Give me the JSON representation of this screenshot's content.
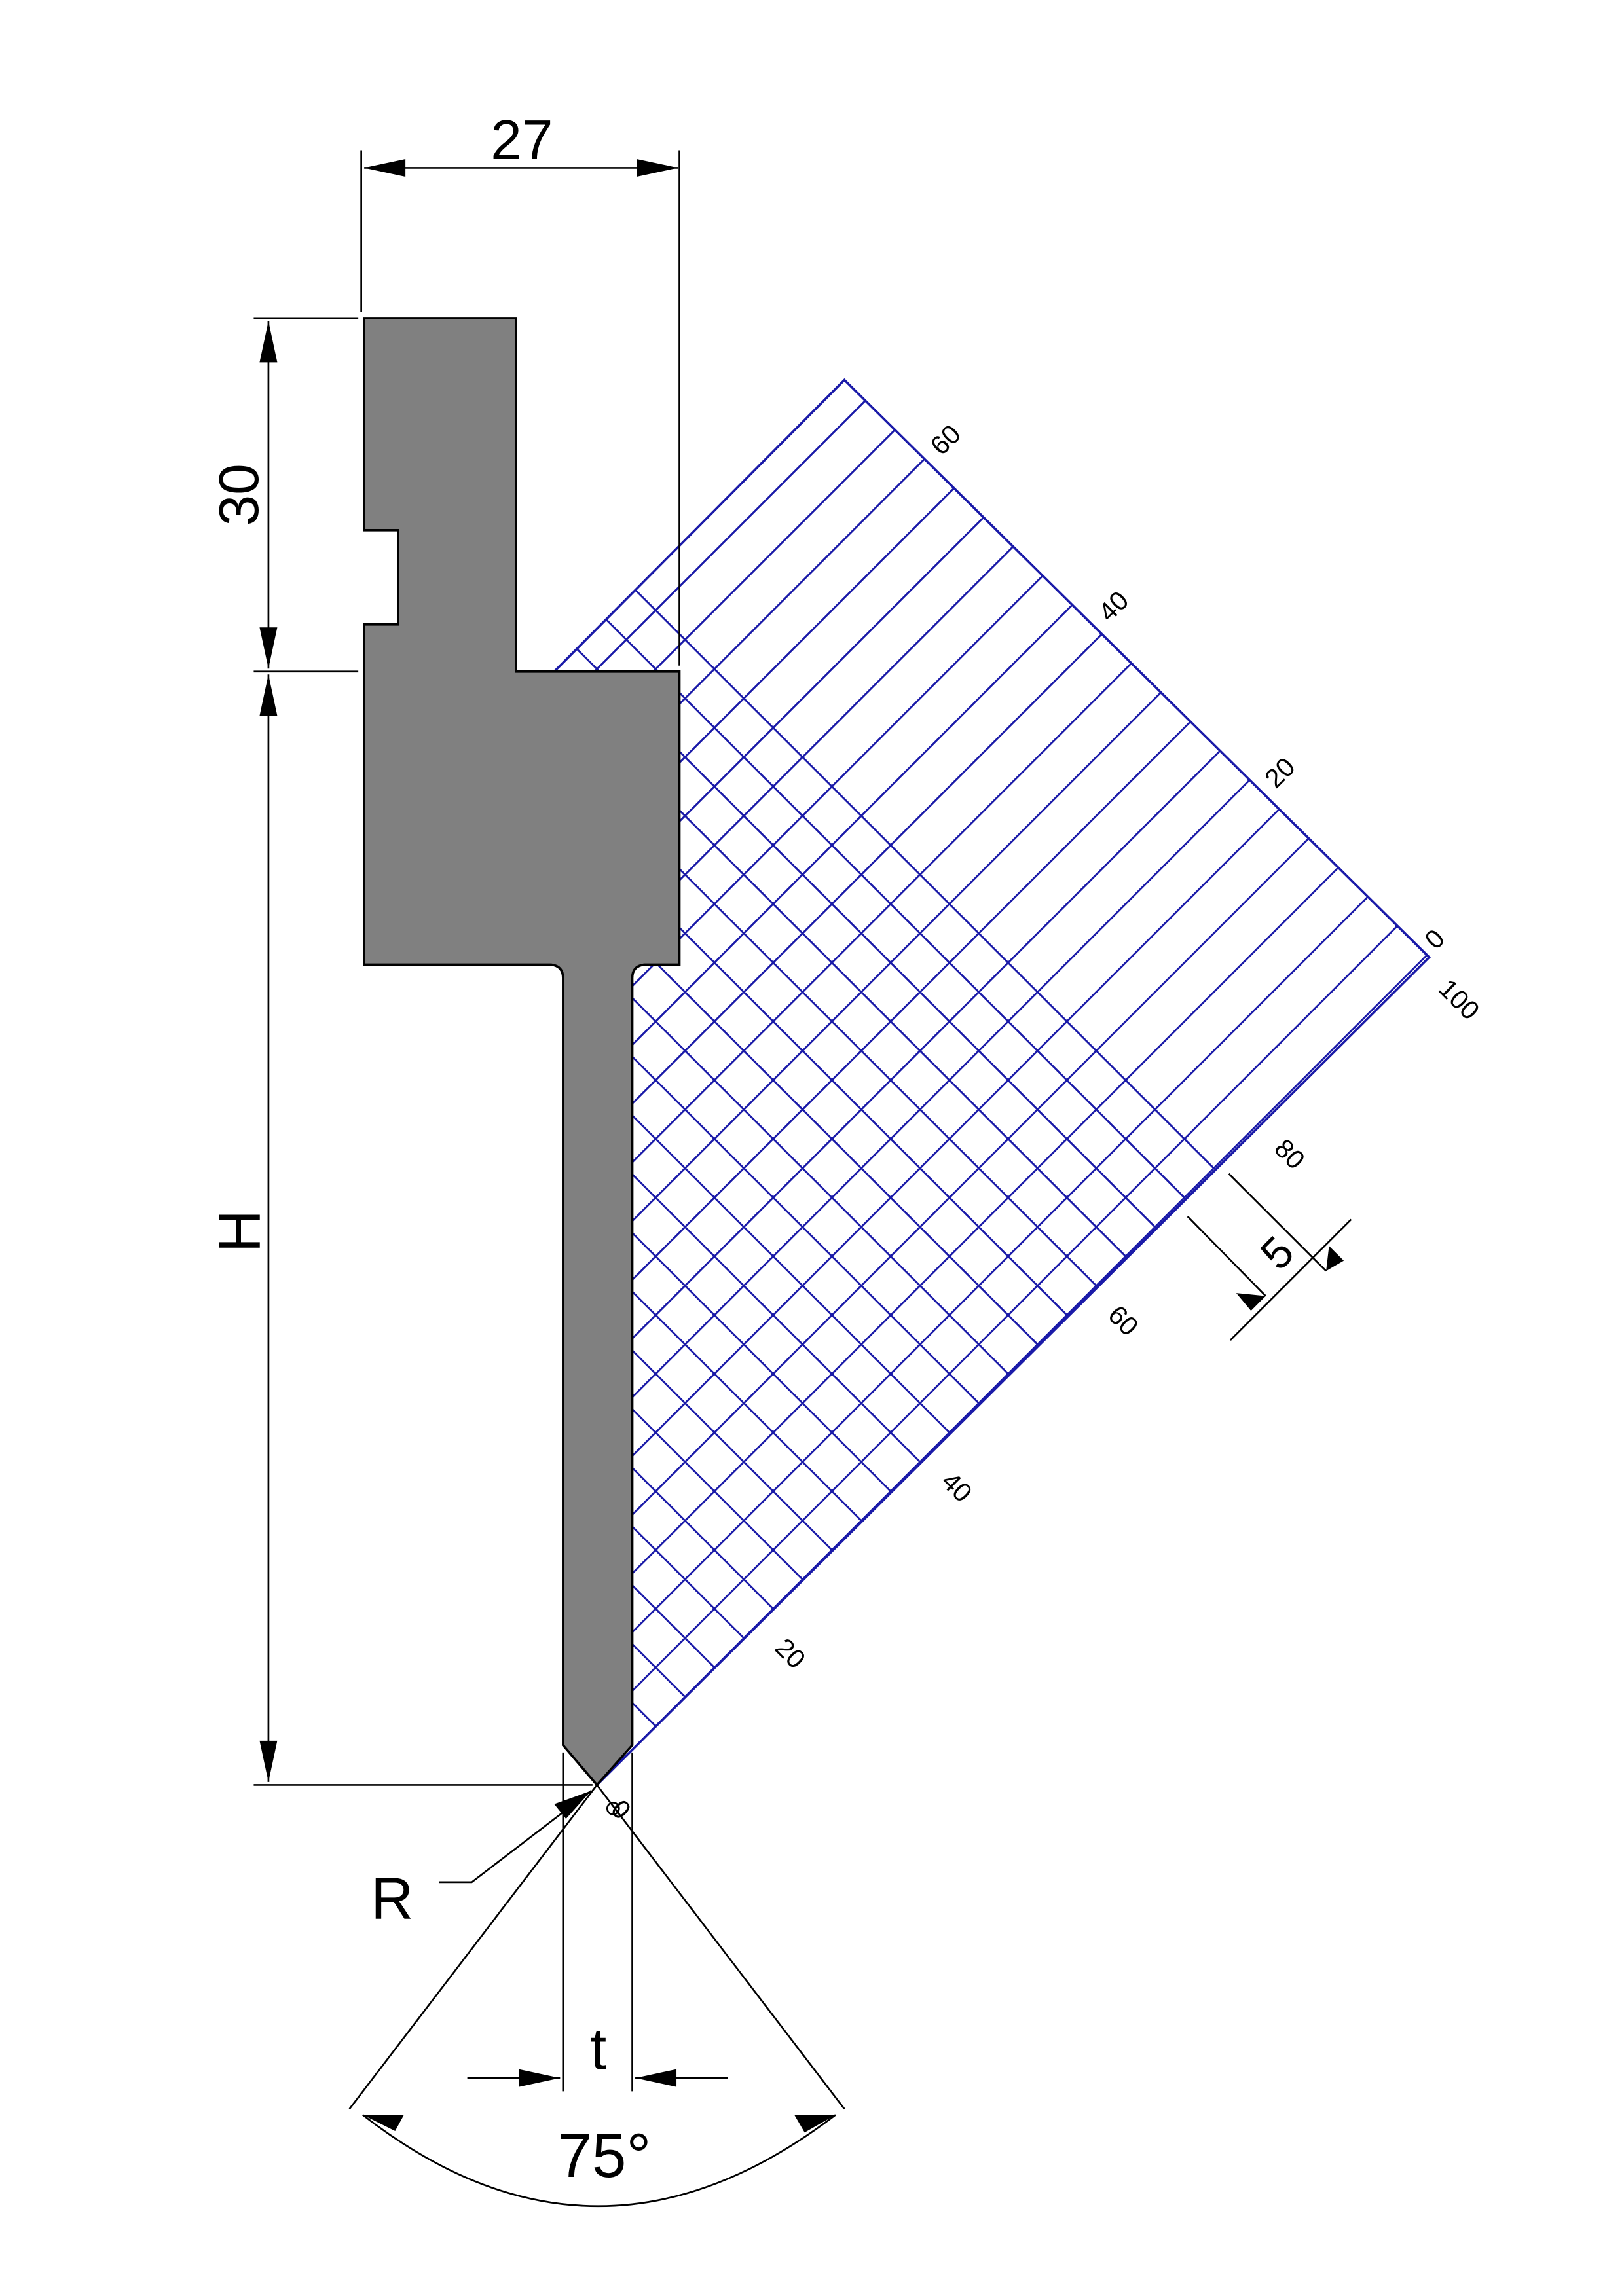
{
  "dimensions": {
    "top_width": "27",
    "tang_height": "30",
    "height_label": "H",
    "radius_label": "R",
    "thickness_label": "t",
    "angle_label": "75°",
    "grid_step_label": "5"
  },
  "grid_scale": {
    "upper_edge_labels": [
      "60",
      "40",
      "20",
      "0"
    ],
    "lower_edge_labels": [
      "100",
      "80",
      "60",
      "40",
      "20",
      "0"
    ]
  },
  "colors": {
    "tool_fill": "#808080",
    "grid": "#1a1aa8",
    "lines": "#000000"
  }
}
